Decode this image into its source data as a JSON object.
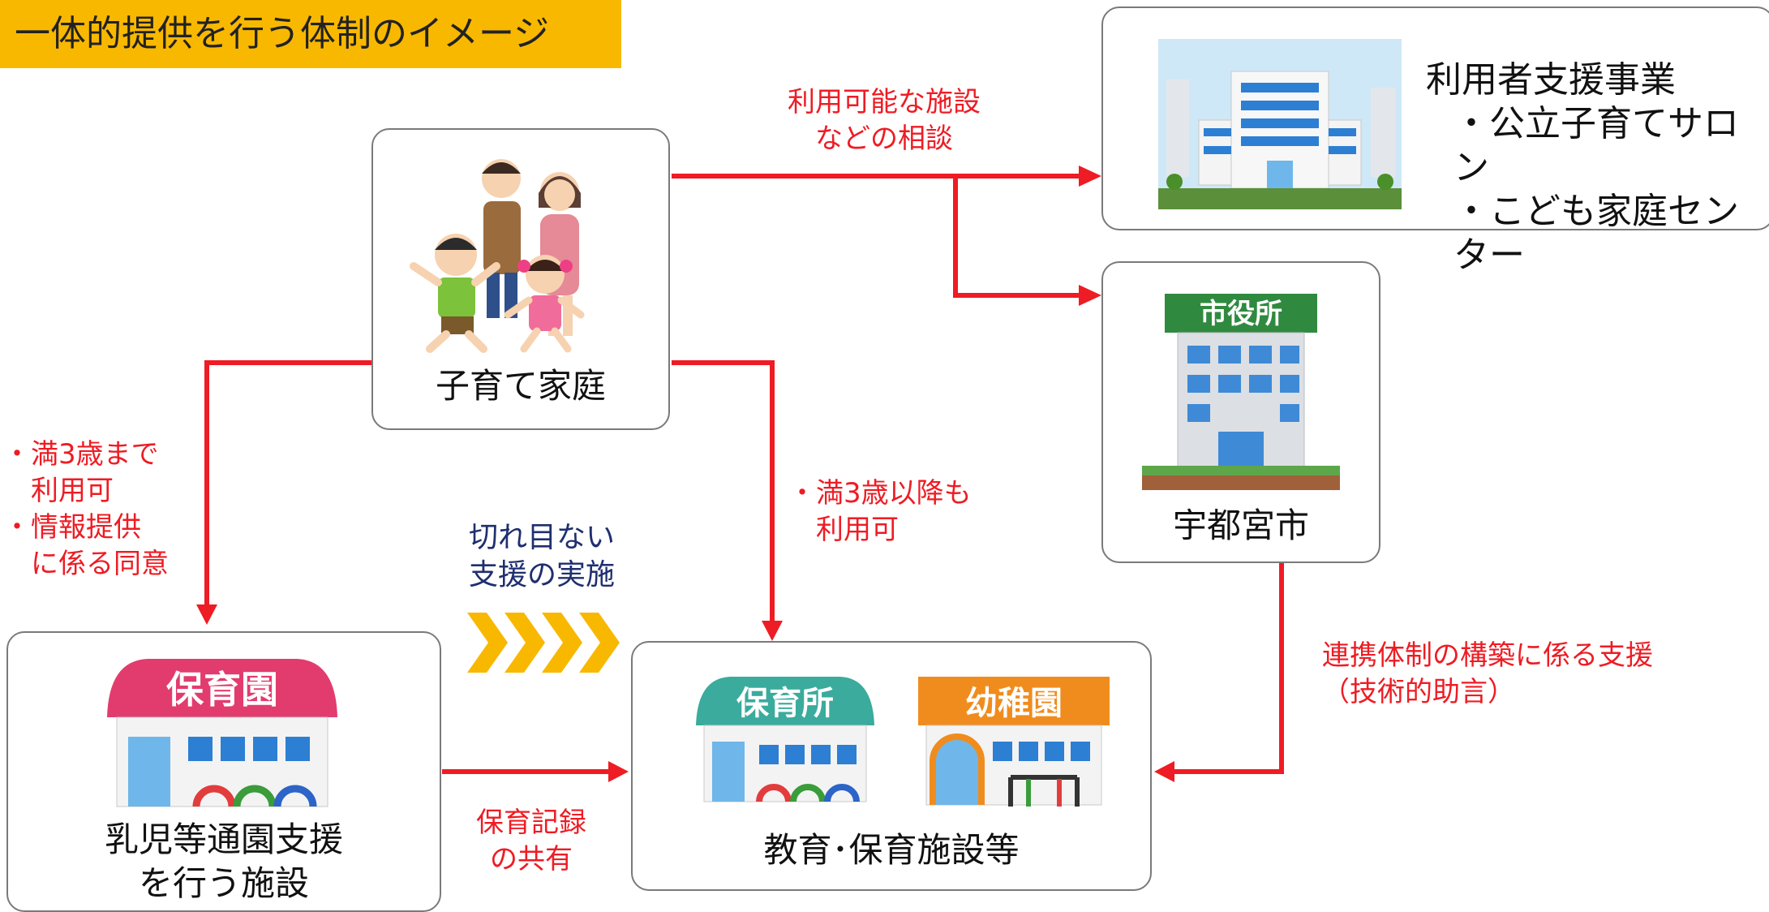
{
  "title": "一体的提供を行う体制のイメージ",
  "nodes": {
    "family": "子育て家庭",
    "support": {
      "title": "利用者支援事業",
      "items": [
        "・公立子育てサロン",
        "・こども家庭センター"
      ]
    },
    "city": "宇都宮市",
    "nursery": {
      "line1": "乳児等通園支援",
      "line2": "を行う施設"
    },
    "education": "教育･保育施設等"
  },
  "signs": {
    "nursery_sign": "保育園",
    "hoikusho_sign": "保育所",
    "youchien_sign": "幼稚園",
    "city_hall_sign": "市役所"
  },
  "arrow_labels": {
    "consult": [
      "利用可能な施設",
      "などの相談"
    ],
    "under3": [
      "・満3歳まで",
      "　利用可",
      "・情報提供",
      "　に係る同意"
    ],
    "over3": [
      "・満3歳以降も",
      "　利用可"
    ],
    "seamless": [
      "切れ目ない",
      "支援の実施"
    ],
    "records": [
      "保育記録",
      "の共有"
    ],
    "coordination": [
      "連携体制の構築に係る支援",
      "（技術的助言）"
    ]
  },
  "colors": {
    "title_bg": "#f9b800",
    "arrow": "#ee1c24",
    "seamless_text": "#1f2f6f",
    "chevrons": "#f9b800"
  }
}
